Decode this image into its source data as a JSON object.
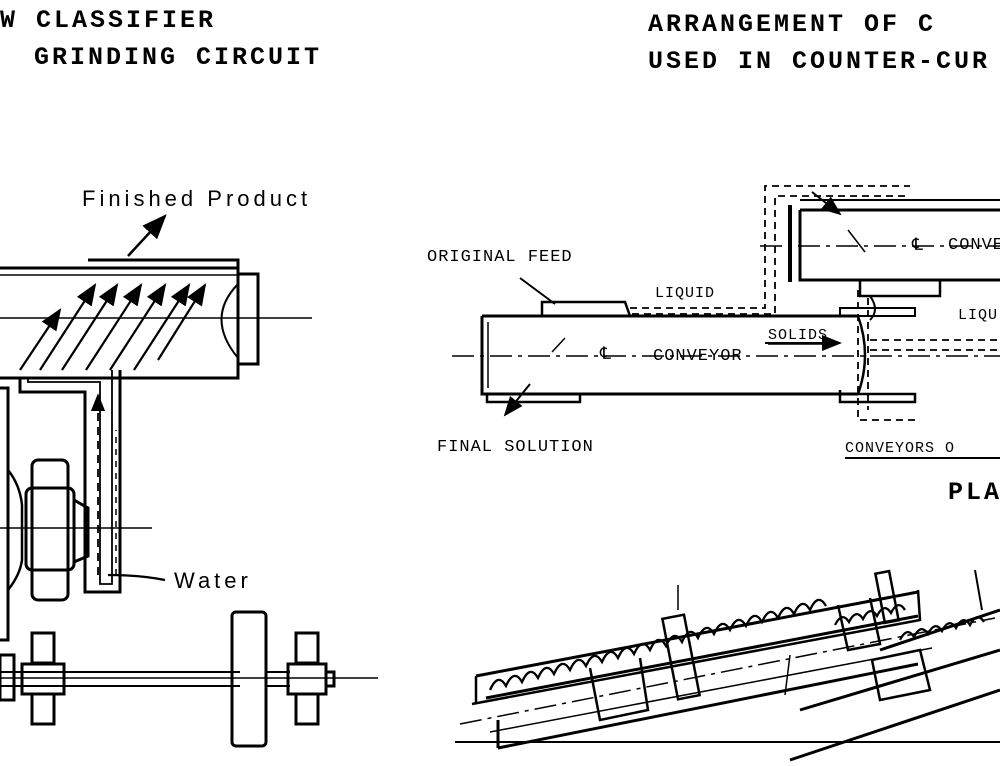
{
  "left_title": {
    "line1": "W CLASSIFIER",
    "line2": "GRINDING CIRCUIT"
  },
  "right_title": {
    "line1": "ARRANGEMENT OF C",
    "line2": "USED IN COUNTER-CUR"
  },
  "left_labels": {
    "finished_product": "Finished Product",
    "water": "Water"
  },
  "right_labels": {
    "original_feed": "ORIGINAL FEED",
    "liquid": "LIQUID",
    "liquid_right": "LIQU",
    "solids": "SOLIDS",
    "conveyor": "CONVEYOR",
    "conveyor_upper": "CONVEY",
    "final_solution": "FINAL SOLUTION",
    "conveyors_on": "CONVEYORS O",
    "plan": "PLA",
    "centerline_symbol": "℄"
  }
}
